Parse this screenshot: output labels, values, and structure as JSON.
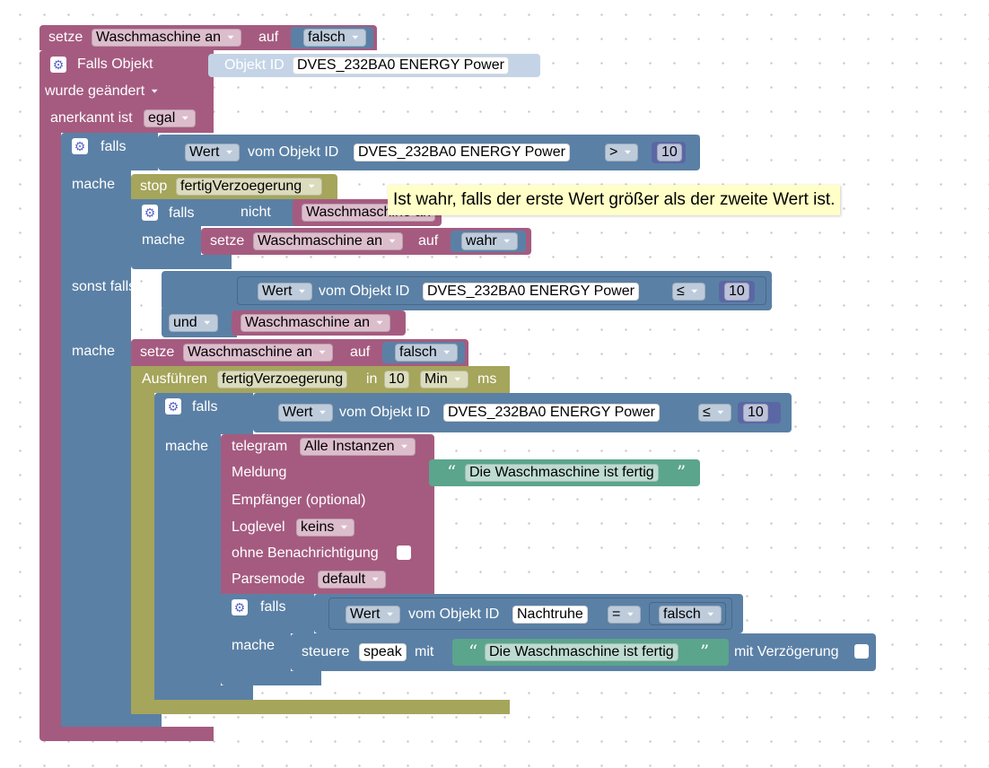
{
  "blocks": {
    "setze_var": {
      "label": "setze",
      "var": "Waschmaschine an",
      "auf": "auf",
      "value": "falsch"
    },
    "trigger": {
      "label": "Falls Objekt",
      "obj_label": "Objekt ID",
      "obj": "DVES_232BA0 ENERGY  Power",
      "changed": "wurde geändert",
      "ack_label": "anerkannt ist",
      "ack": "egal"
    },
    "if1": {
      "falls": "falls",
      "wert": "Wert",
      "vom": "vom Objekt ID",
      "obj": "DVES_232BA0 ENERGY  Power",
      "op": ">",
      "num": "10",
      "mache": "mache"
    },
    "stop": {
      "label": "stop",
      "timer": "fertigVerzoegerung"
    },
    "if2": {
      "falls": "falls",
      "nicht": "nicht",
      "var": "Waschmaschine an",
      "mache": "mache",
      "setze": "setze",
      "var2": "Waschmaschine an",
      "auf": "auf",
      "value": "wahr"
    },
    "elseif": {
      "label": "sonst falls",
      "wert": "Wert",
      "vom": "vom Objekt ID",
      "obj": "DVES_232BA0 ENERGY  Power",
      "op": "≤",
      "num": "10",
      "und": "und",
      "var": "Waschmaschine an",
      "mache": "mache"
    },
    "setze2": {
      "label": "setze",
      "var": "Waschmaschine an",
      "auf": "auf",
      "value": "falsch"
    },
    "timeout": {
      "label": "Ausführen",
      "timer": "fertigVerzoegerung",
      "in": "in",
      "num": "10",
      "unit": "Min",
      "ms": "ms"
    },
    "if3": {
      "falls": "falls",
      "wert": "Wert",
      "vom": "vom Objekt ID",
      "obj": "DVES_232BA0 ENERGY  Power",
      "op": "≤",
      "num": "10",
      "mache": "mache"
    },
    "telegram": {
      "label": "telegram",
      "instance": "Alle Instanzen",
      "meldung": "Meldung",
      "text": "Die Waschmaschine ist fertig",
      "empf": "Empfänger (optional)",
      "loglevel": "Loglevel",
      "log": "keins",
      "ohne": "ohne Benachrichtigung",
      "parse": "Parsemode",
      "mode": "default"
    },
    "if4": {
      "falls": "falls",
      "wert": "Wert",
      "vom": "vom Objekt ID",
      "obj": "Nachtruhe",
      "op": "=",
      "value": "falsch",
      "mache": "mache"
    },
    "steuere": {
      "label": "steuere",
      "obj": "speak",
      "mit": "mit",
      "text": "Die Waschmaschine ist fertig",
      "delay": "mit Verzögerung"
    }
  },
  "tooltip": "Ist wahr, falls der erste Wert größer als der zweite Wert ist.",
  "colors": {
    "variables": "#a55b80",
    "logic": "#5b80a5",
    "timers": "#a5a55b",
    "text": "#5ba58c",
    "math": "#5b67a5"
  }
}
